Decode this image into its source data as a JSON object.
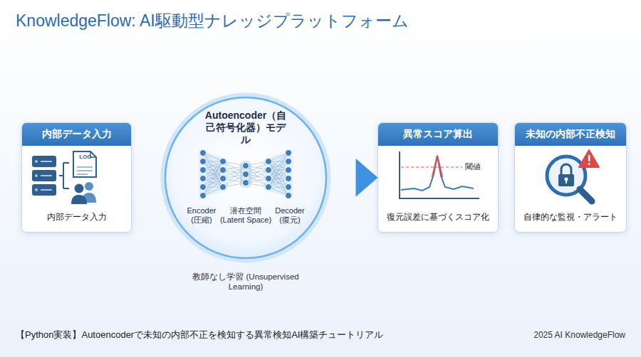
{
  "diagram": {
    "title": "KnowledgeFlow: AI駆動型ナレッジプラットフォーム",
    "caption": "【Python実装】Autoencoderで未知の内部不正を検知する異常検知AI構築チュートリアル",
    "nodes": [
      {
        "text": [
          "内部データ入力",
          "内部データ入力"
        ]
      },
      {
        "text": [
          "Autoencoder（自己符号化器）モデル",
          "Encoder (圧縮)",
          "潜在空間 (Latent Space)",
          "Decoder (復元)"
        ]
      },
      {
        "text": [
          "異常スコア算出",
          "復元誤差に基づくスコア化"
        ]
      },
      {
        "text": [
          "未知の内部不正検知",
          "自律的な監視・アラート"
        ]
      }
    ],
    "edges": [
      {
        "from": 0,
        "to": 1,
        "arrow": "none"
      },
      {
        "from": 1,
        "to": 2,
        "arrow": "to"
      },
      {
        "from": 2,
        "to": 3,
        "arrow": "none"
      }
    ],
    "labels": [
      "LOG",
      "閾値",
      "教師なし学習 (Unsupervised Learning)",
      "2025 AI KnowledgeFlow"
    ]
  }
}
